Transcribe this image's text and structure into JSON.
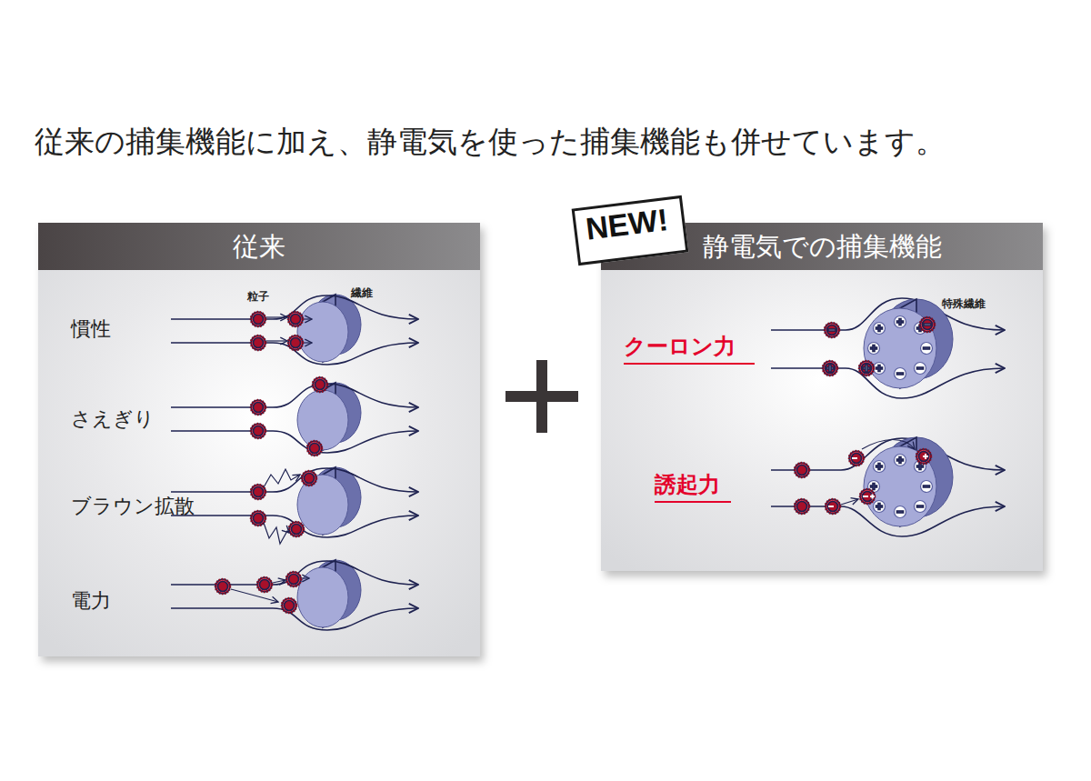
{
  "diagram": {
    "title": "従来の捕集機能に加え、静電気を使った捕集機能も併せています。",
    "nodes": [
      {
        "text": [
          "従来"
        ]
      },
      {
        "text": [
          "静電気での捕集機能"
        ]
      },
      {
        "text": [
          "NEW!"
        ]
      }
    ],
    "labels": [
      "粒子",
      "繊維",
      "慣性",
      "さえぎり",
      "ブラウン拡散",
      "電力",
      "クーロン力",
      "誘起力",
      "特殊繊維"
    ]
  }
}
